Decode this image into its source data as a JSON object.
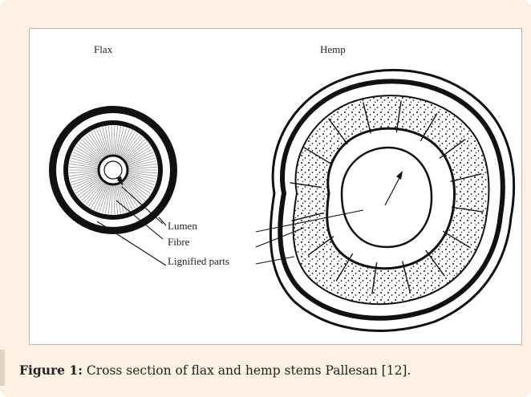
{
  "figure": {
    "flax_label": "Flax",
    "hemp_label": "Hemp",
    "legend": {
      "lumen": "Lumen",
      "fibre": "Fibre",
      "lignified": "Lignified parts"
    }
  },
  "caption": {
    "prefix": "Figure 1:",
    "text": " Cross section of flax and hemp stems Pallesan [12]."
  },
  "colors": {
    "panel_bg": "#fdf1e4",
    "frame_border": "#b9b4ae",
    "ink": "#111111"
  }
}
